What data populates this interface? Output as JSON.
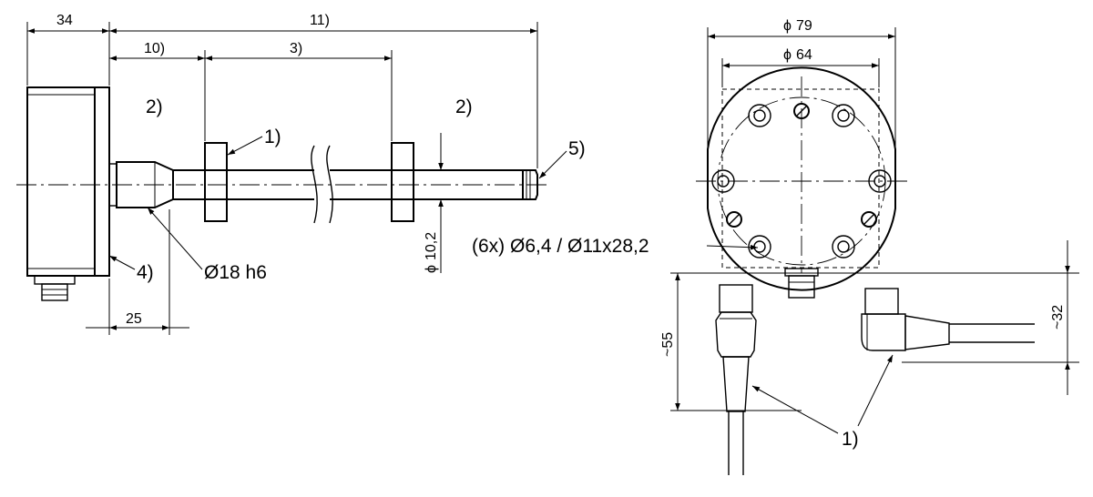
{
  "dimensions": {
    "d34": "34",
    "d11": "11)",
    "d10": "10)",
    "d3": "3)",
    "d25": "25",
    "d79": "79",
    "d64": "64",
    "d10_2": "10,2",
    "d55": "~55",
    "d32": "~32",
    "diameter_symbol": "ϕ"
  },
  "callouts": {
    "c1": "1)",
    "c2": "2)",
    "c4": "4)",
    "c5": "5)",
    "shaft": "Ø18 h6",
    "holes": "(6x) Ø6,4 / Ø11x28,2"
  }
}
